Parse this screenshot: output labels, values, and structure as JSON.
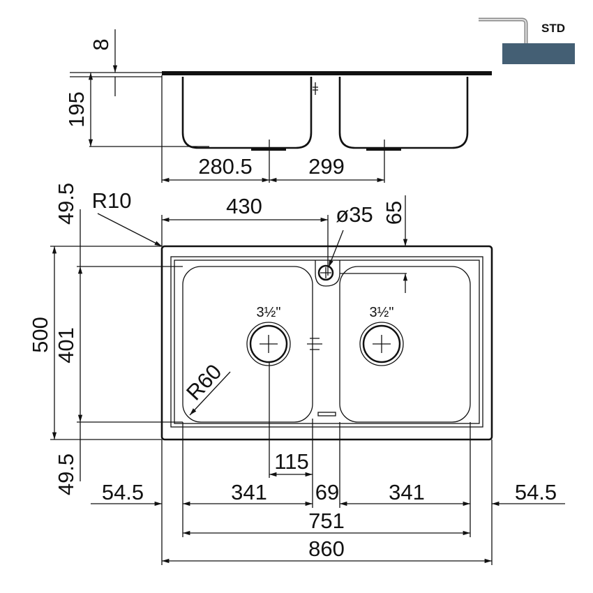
{
  "legend": {
    "label": "STD",
    "countertop_color": "#445f74"
  },
  "side_view": {
    "flange_thickness": "8",
    "depth": "195",
    "left_drain_offset": "280.5",
    "drain_spacing": "299"
  },
  "top_view": {
    "corner_radius": "R10",
    "bowl_radius": "R60",
    "tap_hole_offset": "430",
    "tap_hole_diameter": "ø35",
    "tap_hole_depth": "65",
    "overall_depth": "500",
    "bowl_depth": "401",
    "top_margin": "49.5",
    "bottom_margin": "49.5",
    "drain_size_left": "3½\"",
    "drain_size_right": "3½\"",
    "drain_to_center": "115",
    "left_margin": "54.5",
    "left_bowl_width": "341",
    "divider_width": "69",
    "right_bowl_width": "341",
    "right_margin": "54.5",
    "bowls_total_width": "751",
    "overall_width": "860"
  }
}
